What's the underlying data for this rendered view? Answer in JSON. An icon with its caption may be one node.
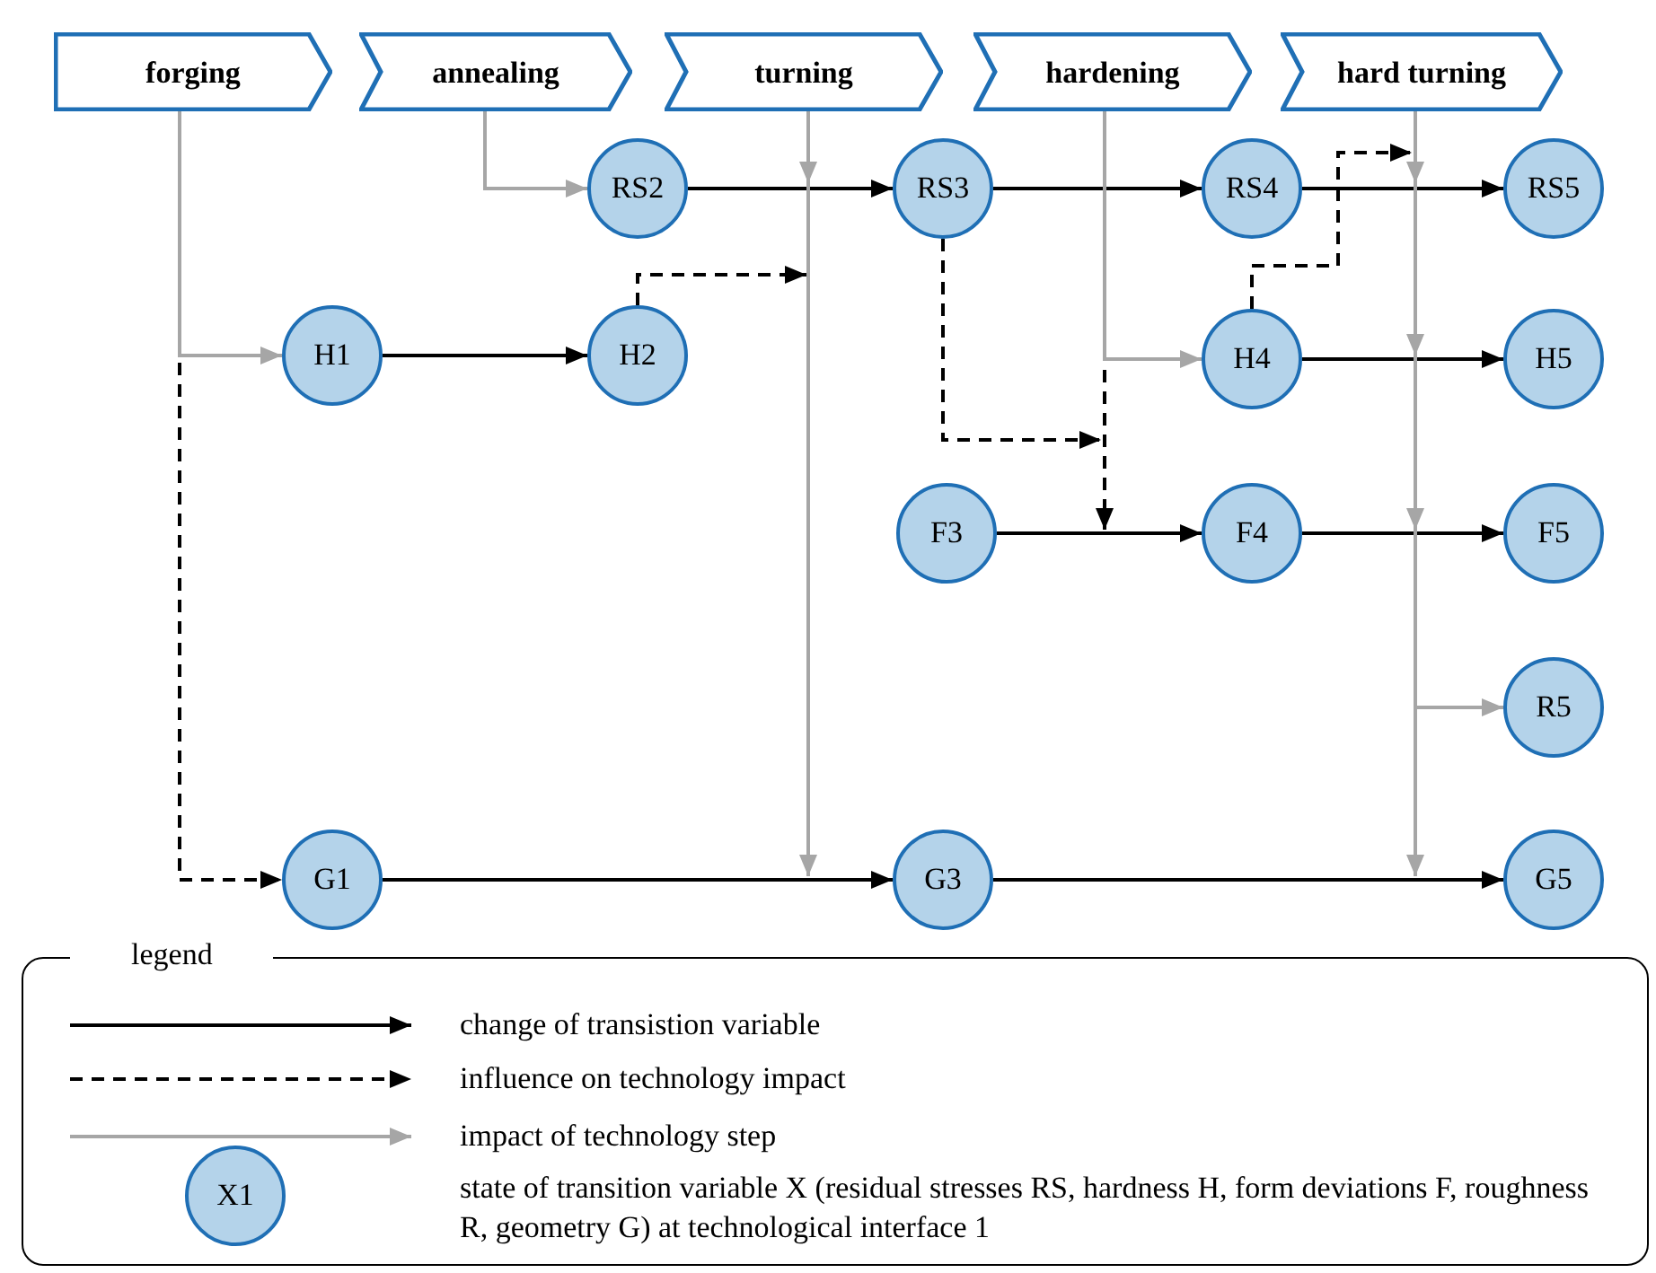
{
  "diagram": {
    "nodes": [
      {
        "text": [
          "forging"
        ]
      },
      {
        "text": [
          "annealing"
        ]
      },
      {
        "text": [
          "turning"
        ]
      },
      {
        "text": [
          "hardening"
        ]
      },
      {
        "text": [
          "hard turning"
        ]
      },
      {
        "text": [
          "RS2"
        ]
      },
      {
        "text": [
          "RS3"
        ]
      },
      {
        "text": [
          "RS4"
        ]
      },
      {
        "text": [
          "RS5"
        ]
      },
      {
        "text": [
          "H1"
        ]
      },
      {
        "text": [
          "H2"
        ]
      },
      {
        "text": [
          "H4"
        ]
      },
      {
        "text": [
          "H5"
        ]
      },
      {
        "text": [
          "F3"
        ]
      },
      {
        "text": [
          "F4"
        ]
      },
      {
        "text": [
          "F5"
        ]
      },
      {
        "text": [
          "R5"
        ]
      },
      {
        "text": [
          "G1"
        ]
      },
      {
        "text": [
          "G3"
        ]
      },
      {
        "text": [
          "G5"
        ]
      },
      {
        "text": [
          "legend"
        ]
      },
      {
        "text": [
          "X1"
        ],
        "in": 20
      }
    ],
    "edges": [
      {
        "from": 5,
        "to": 6,
        "arrow": "to"
      },
      {
        "from": 6,
        "to": 7,
        "arrow": "to"
      },
      {
        "from": 7,
        "to": 8,
        "arrow": "to"
      },
      {
        "from": 9,
        "to": 10,
        "arrow": "to"
      },
      {
        "from": 11,
        "to": 12,
        "arrow": "to"
      },
      {
        "from": 13,
        "to": 14,
        "arrow": "to"
      },
      {
        "from": 14,
        "to": 15,
        "arrow": "to"
      },
      {
        "from": 17,
        "to": 18,
        "arrow": "to"
      },
      {
        "from": 18,
        "to": 19,
        "arrow": "to"
      },
      {
        "from": 0,
        "to": 9,
        "arrow": "to",
        "color": "#a6a6a6"
      },
      {
        "from": 1,
        "to": 5,
        "arrow": "to",
        "color": "#a6a6a6"
      },
      {
        "from": 2,
        "to": null,
        "arrow": "to",
        "color": "#a6a6a6"
      },
      {
        "from": 2,
        "to": null,
        "arrow": "to",
        "color": "#a6a6a6"
      },
      {
        "from": 3,
        "to": 11,
        "arrow": "to",
        "color": "#a6a6a6"
      },
      {
        "from": 4,
        "to": null,
        "arrow": "to",
        "color": "#a6a6a6"
      },
      {
        "from": 4,
        "to": null,
        "arrow": "to",
        "color": "#a6a6a6"
      },
      {
        "from": 4,
        "to": null,
        "arrow": "to",
        "color": "#a6a6a6"
      },
      {
        "from": 4,
        "to": 16,
        "arrow": "to",
        "color": "#a6a6a6"
      },
      {
        "from": 4,
        "to": null,
        "arrow": "to",
        "color": "#a6a6a6"
      },
      {
        "from": null,
        "to": 17,
        "arrow": "to",
        "style": "dashed"
      },
      {
        "from": 10,
        "to": null,
        "arrow": "to",
        "style": "dashed"
      },
      {
        "from": 6,
        "to": null,
        "arrow": "to",
        "style": "dashed"
      },
      {
        "from": 3,
        "to": null,
        "arrow": "to",
        "style": "dashed"
      },
      {
        "from": 11,
        "to": 4,
        "arrow": "to",
        "style": "dashed"
      }
    ],
    "legend": [
      {
        "text": "change of transistion variable"
      },
      {
        "text": "influence on technology impact"
      },
      {
        "text": "impact of technology step"
      },
      {
        "text": "state of transition variable X (residual stresses RS, hardness H, form deviations F, roughness R, geometry G) at technological interface 1"
      }
    ]
  }
}
